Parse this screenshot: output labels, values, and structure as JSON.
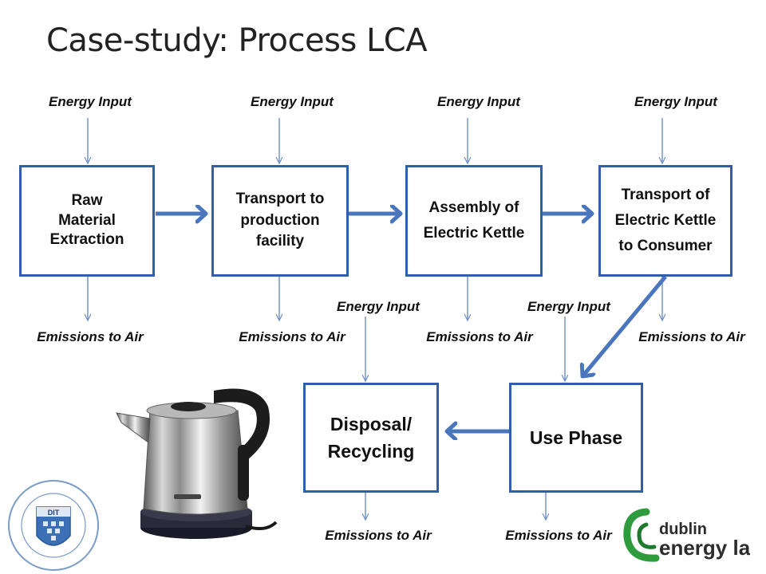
{
  "title": "Case-study: Process LCA",
  "energy_input_label": "Energy Input",
  "emissions_label": "Emissions to Air",
  "boxes": {
    "raw_material": "Raw\nMaterial\nExtraction",
    "transport_production": "Transport to\nproduction\nfacility",
    "assembly": "Assembly of\nElectric Kettle",
    "transport_consumer": "Transport of\nElectric Kettle\nto Consumer",
    "use_phase": "Use Phase",
    "disposal": "Disposal/\nRecycling"
  },
  "logos": {
    "dit": "DIT",
    "dublin_energy_lab_line1": "dublin",
    "dublin_energy_lab_line2": "energy lab."
  },
  "colors": {
    "box_border": "#2e5fa8",
    "flow_arrow": "#4a76be",
    "thin_arrow": "#6b8fc6"
  }
}
